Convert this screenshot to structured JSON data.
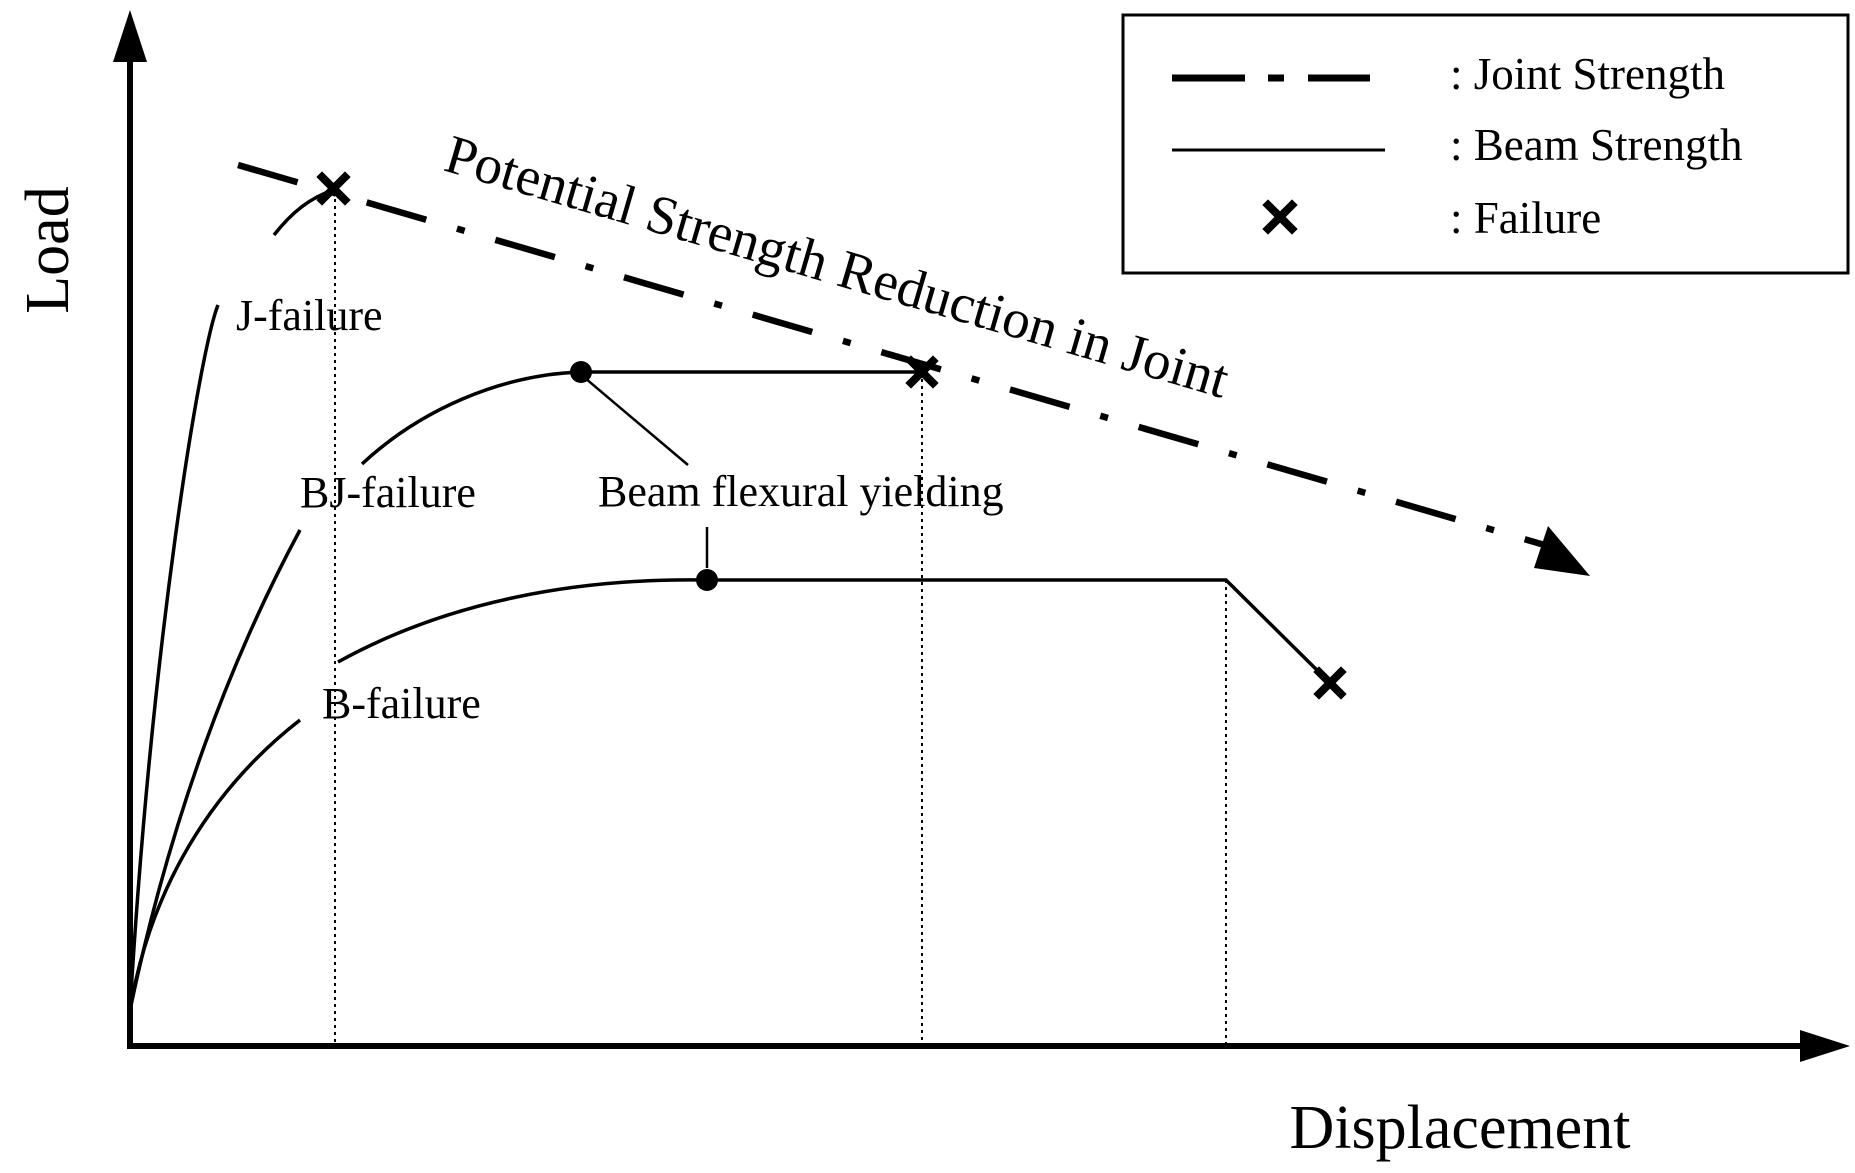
{
  "axes": {
    "x_label": "Displacement",
    "y_label": "Load"
  },
  "legend": {
    "joint_strength": ": Joint Strength",
    "beam_strength": ": Beam Strength",
    "failure": ": Failure"
  },
  "annotations": {
    "strength_reduction": "Potential Strength Reduction in Joint",
    "j_failure": "J-failure",
    "bj_failure": "BJ-failure",
    "b_failure": "B-failure",
    "beam_flexural_yielding": "Beam flexural yielding"
  }
}
